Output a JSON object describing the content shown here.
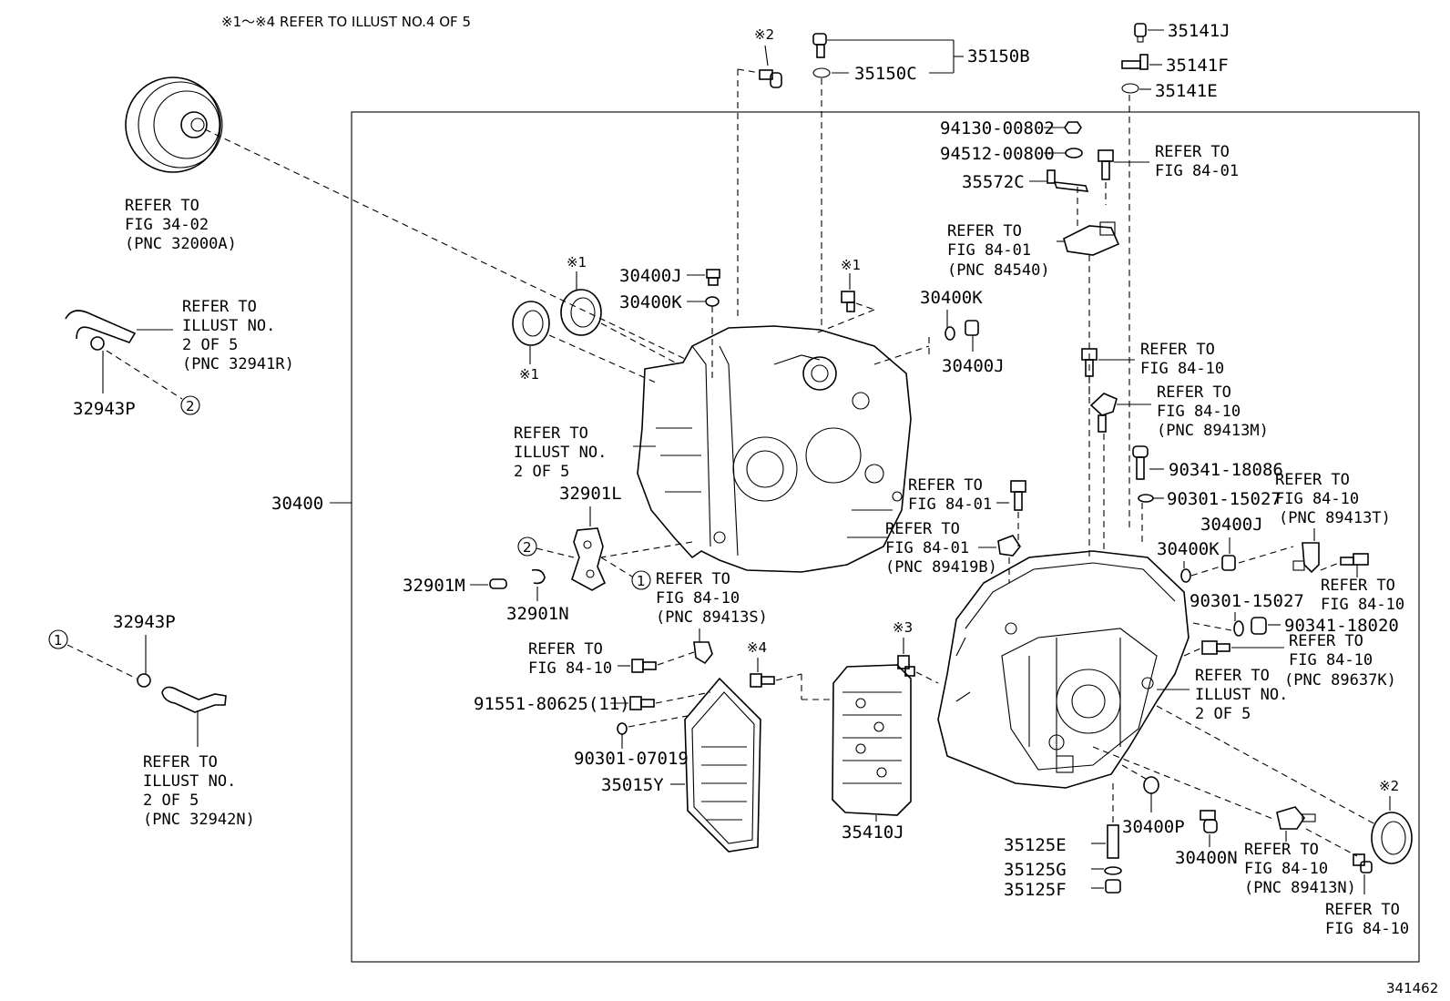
{
  "header_note": "※1～※4 REFER TO ILLUST NO.4 OF 5",
  "illustration_number": "341462",
  "part_numbers": {
    "p30400": "30400",
    "p35150B": "35150B",
    "p35150C": "35150C",
    "p35141J": "35141J",
    "p35141F": "35141F",
    "p35141E": "35141E",
    "p94130": "94130-00802",
    "p94512": "94512-00800",
    "p35572C": "35572C",
    "p30400J_a": "30400J",
    "p30400K_a": "30400K",
    "p30400K_b": "30400K",
    "p30400J_b": "30400J",
    "p32943P_a": "32943P",
    "p32943P_b": "32943P",
    "p32901L": "32901L",
    "p32901M": "32901M",
    "p32901N": "32901N",
    "p90341_18086": "90341-18086",
    "p90301_15027_a": "90301-15027",
    "p30400J_c": "30400J",
    "p30400K_c": "30400K",
    "p90301_15027_b": "90301-15027",
    "p90341_18020": "90341-18020",
    "p91551": "91551-80625(11)",
    "p90301_07019": "90301-07019",
    "p35015Y": "35015Y",
    "p35410J": "35410J",
    "p35125E": "35125E",
    "p35125G": "35125G",
    "p35125F": "35125F",
    "p30400P": "30400P",
    "p30400N": "30400N"
  },
  "refer_notes": {
    "r1": [
      "REFER TO",
      "FIG 34-02",
      "(PNC 32000A)"
    ],
    "r2": [
      "REFER TO",
      "ILLUST NO.",
      "2 OF 5",
      "(PNC 32941R)"
    ],
    "r3": [
      "REFER TO",
      "ILLUST NO.",
      "2 OF 5",
      "(PNC 32942N)"
    ],
    "r4": [
      "REFER TO",
      "ILLUST NO.",
      "2 OF 5"
    ],
    "r5": [
      "REFER TO",
      "FIG 84-01"
    ],
    "r6": [
      "REFER TO",
      "FIG 84-01",
      "(PNC 84540)"
    ],
    "r7": [
      "REFER TO",
      "FIG 84-10"
    ],
    "r8": [
      "REFER TO",
      "FIG 84-10",
      "(PNC 89413M)"
    ],
    "r9": [
      "REFER TO",
      "FIG 84-10",
      "(PNC 89413T)"
    ],
    "r10": [
      "REFER TO",
      "FIG 84-01"
    ],
    "r11": [
      "REFER TO",
      "FIG 84-01",
      "(PNC 89419B)"
    ],
    "r12": [
      "REFER TO",
      "FIG 84-10",
      "(PNC 89413S)"
    ],
    "r13": [
      "REFER TO",
      "FIG 84-10"
    ],
    "r14": [
      "REFER TO",
      "FIG 84-10"
    ],
    "r15": [
      "REFER TO",
      "FIG 84-10",
      "(PNC 89637K)"
    ],
    "r16": [
      "REFER TO",
      "ILLUST NO.",
      "2 OF 5"
    ],
    "r17": [
      "REFER TO",
      "FIG 84-10",
      "(PNC 89413N)"
    ],
    "r18": [
      "REFER TO",
      "FIG 84-10"
    ]
  },
  "marks": {
    "m1": "※1",
    "m1b": "※1",
    "m1c": "※1",
    "m2": "※2",
    "m2b": "※2",
    "m3": "※3",
    "m4": "※4"
  },
  "callouts": {
    "c1": "1",
    "c2": "2"
  }
}
